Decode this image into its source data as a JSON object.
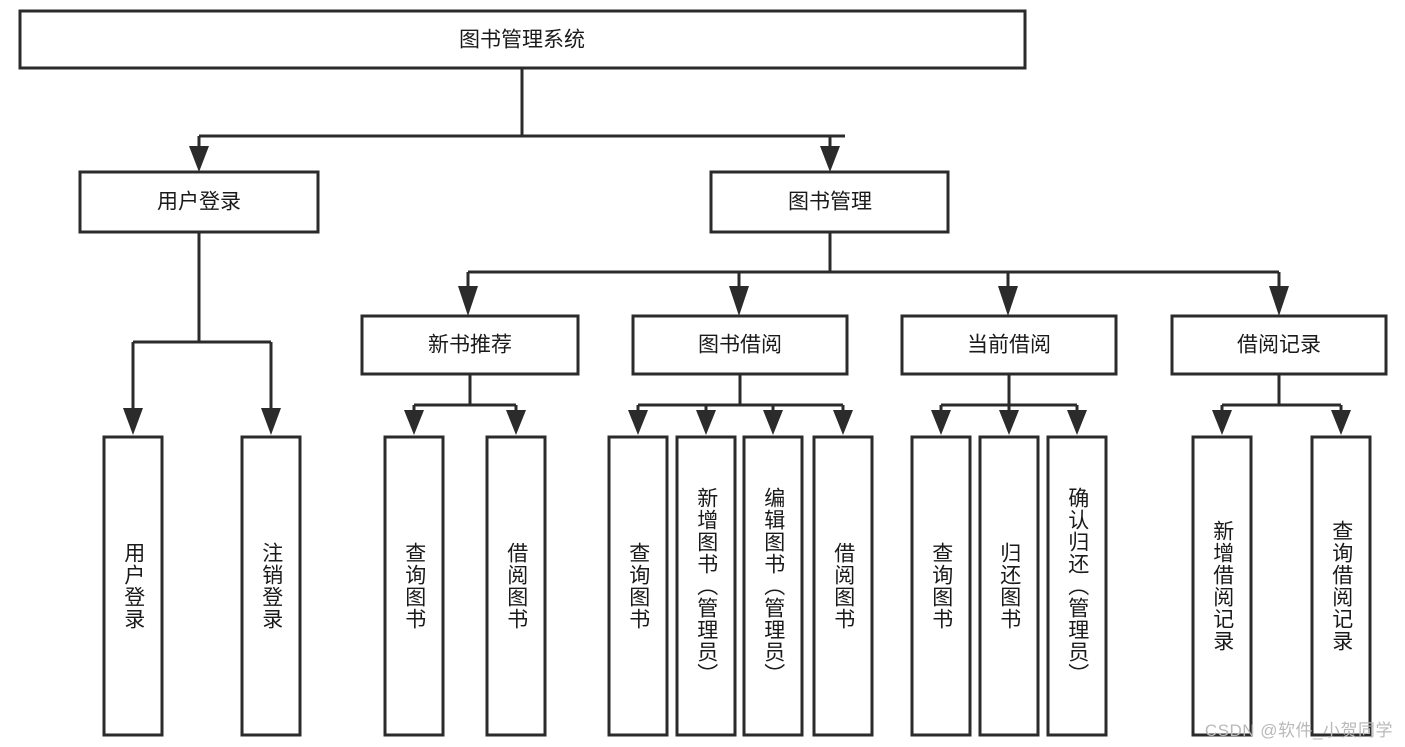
{
  "diagram": {
    "title": "图书管理系统",
    "type": "tree-hierarchy-diagram",
    "watermark": "CSDN @软件_小贺同学",
    "colors": {
      "background": "#ffffff",
      "stroke": "#2b2b2b",
      "box_fill": "#ffffff",
      "text": "#1a1a1a",
      "watermark": "#b9b9b9"
    },
    "root": {
      "label": "图书管理系统"
    },
    "level2": [
      {
        "label": "用户登录"
      },
      {
        "label": "图书管理"
      }
    ],
    "level3": [
      {
        "label": "新书推荐"
      },
      {
        "label": "图书借阅"
      },
      {
        "label": "当前借阅"
      },
      {
        "label": "借阅记录"
      }
    ],
    "leaves": {
      "user_login": [
        {
          "label": "用户登录"
        },
        {
          "label": "注销登录"
        }
      ],
      "new_book_recommend": [
        {
          "label": "查询图书"
        },
        {
          "label": "借阅图书"
        }
      ],
      "book_borrow": [
        {
          "label": "查询图书"
        },
        {
          "label": "新增图书（管理员）"
        },
        {
          "label": "编辑图书（管理员）"
        },
        {
          "label": "借阅图书"
        }
      ],
      "current_borrow": [
        {
          "label": "查询图书"
        },
        {
          "label": "归还图书"
        },
        {
          "label": "确认归还（管理员）"
        }
      ],
      "borrow_record": [
        {
          "label": "新增借阅记录"
        },
        {
          "label": "查询借阅记录"
        }
      ]
    }
  }
}
